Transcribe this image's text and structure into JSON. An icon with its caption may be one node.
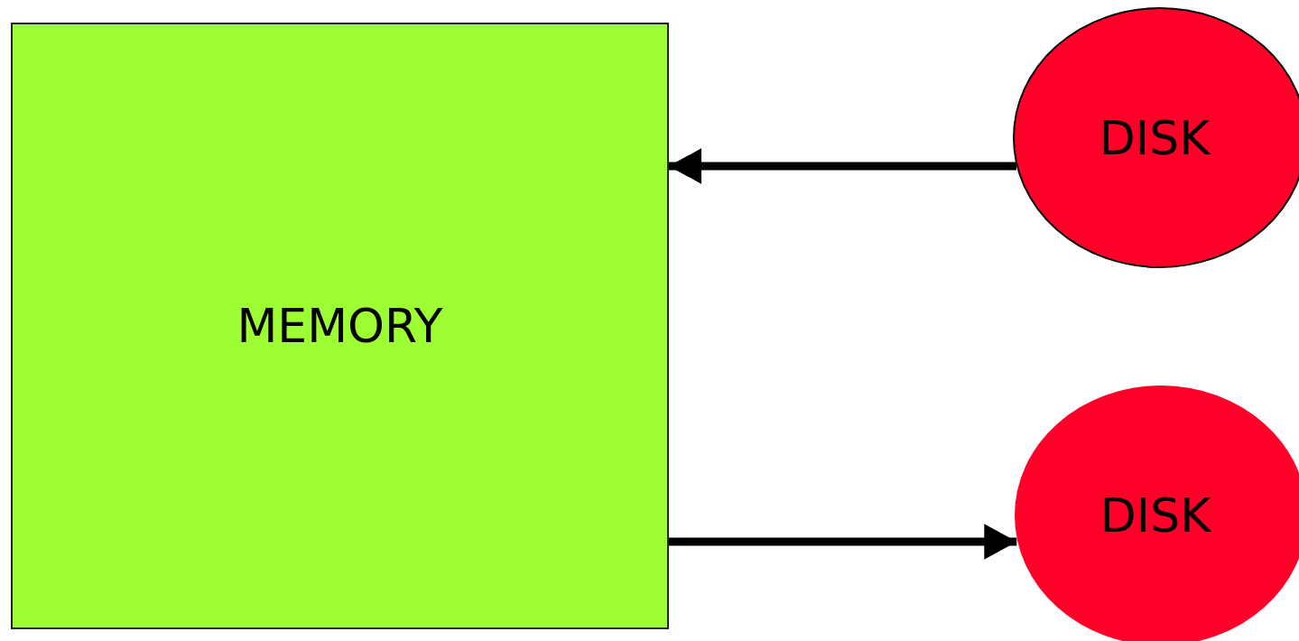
{
  "diagram": {
    "nodes": [
      {
        "text": [
          "MEMORY"
        ]
      },
      {
        "text": [
          "DISK"
        ]
      },
      {
        "text": [
          "DISK"
        ]
      }
    ],
    "edges": [
      {
        "from": 1,
        "to": 0,
        "arrow": "to"
      },
      {
        "from": 0,
        "to": 2,
        "arrow": "to"
      }
    ]
  }
}
